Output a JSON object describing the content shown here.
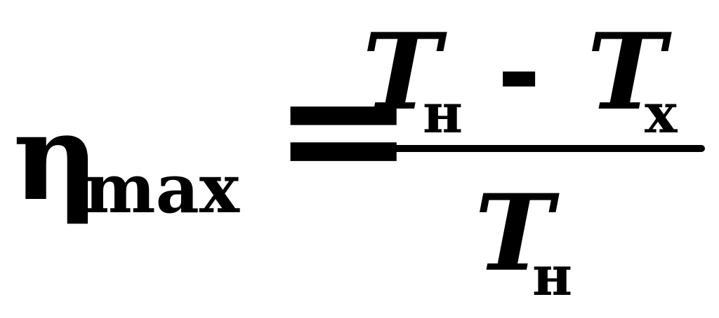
{
  "formula": {
    "lhs_symbol": "η",
    "lhs_subscript": "max",
    "equals": "=",
    "numerator": {
      "term1_symbol": "T",
      "term1_subscript": "н",
      "operator": "-",
      "term2_symbol": "T",
      "term2_subscript": "х"
    },
    "denominator": {
      "symbol": "T",
      "subscript": "н"
    }
  }
}
